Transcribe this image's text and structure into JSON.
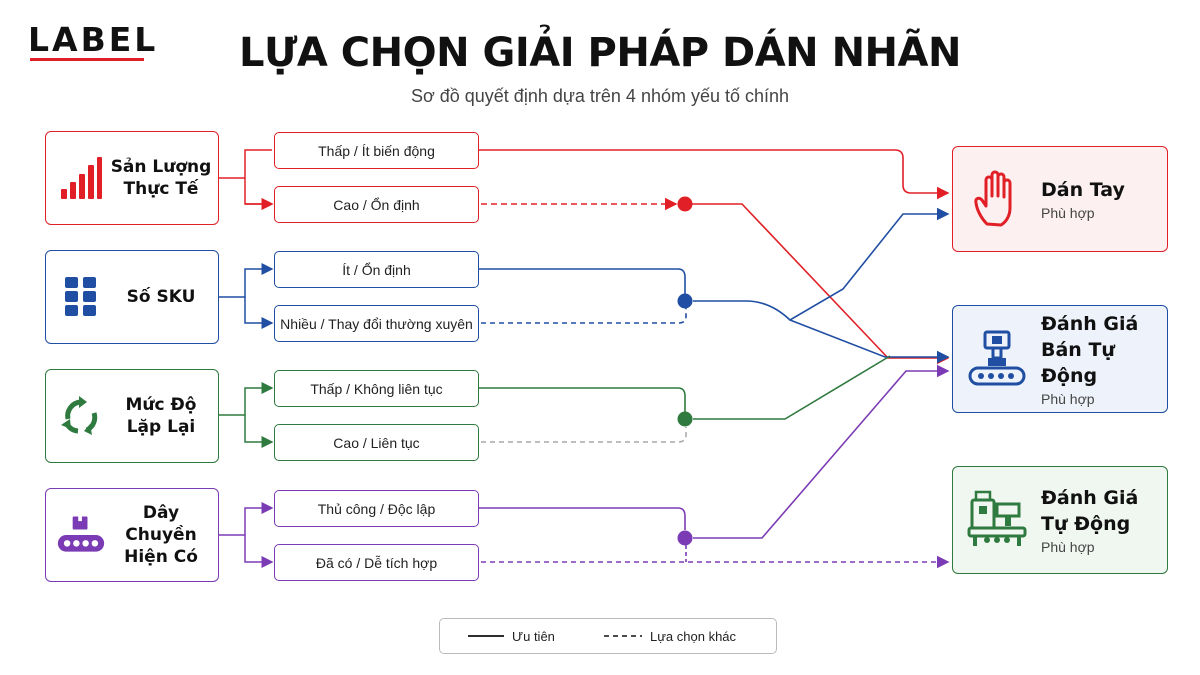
{
  "brand": {
    "logo_text": "LABEL",
    "accent": "#e02026"
  },
  "title": "LỰA CHỌN GIẢI PHÁP DÁN NHÃN",
  "subtitle": "Sơ đồ quyết định dựa trên 4 nhóm yếu tố chính",
  "colors": {
    "red": "#e02026",
    "blue": "#1f4ea3",
    "green": "#2f7a3e",
    "purple": "#7b3bb5"
  },
  "factors": [
    {
      "label": "Sản Lượng\nThực Tế",
      "icon": "bar-chart-icon",
      "color": "#e02026"
    },
    {
      "label": "Số SKU",
      "icon": "grid-icon",
      "color": "#1f4ea3"
    },
    {
      "label": "Mức Độ\nLặp Lại",
      "icon": "recycle-icon",
      "color": "#2f7a3e"
    },
    {
      "label": "Dây Chuyền\nHiện Có",
      "icon": "conveyor-icon",
      "color": "#7b3bb5"
    }
  ],
  "options": [
    {
      "label": "Thấp / Ít biến động"
    },
    {
      "label": "Cao / Ổn định"
    },
    {
      "label": "Ít / Ổn định"
    },
    {
      "label": "Nhiều / Thay đổi thường xuyên"
    },
    {
      "label": "Thấp / Không liên tục"
    },
    {
      "label": "Cao / Liên tục"
    },
    {
      "label": "Thủ công / Độc lập"
    },
    {
      "label": "Đã có / Dễ tích hợp"
    }
  ],
  "results": [
    {
      "name": "Dán Tay",
      "sub": "Phù hợp",
      "icon": "hand-icon",
      "color": "#e02026",
      "bg": "#fdf0f0"
    },
    {
      "name": "Đánh Giá\nBán Tự Động",
      "sub": "Phù hợp",
      "icon": "semi-auto-machine-icon",
      "color": "#1f4ea3",
      "bg": "#eef3fb"
    },
    {
      "name": "Đánh Giá\nTự Động",
      "sub": "Phù hợp",
      "icon": "auto-machine-icon",
      "color": "#2f7a3e",
      "bg": "#f0f7f1"
    }
  ],
  "legend": {
    "solid": "Ưu tiên",
    "dashed": "Lựa chọn khác"
  }
}
